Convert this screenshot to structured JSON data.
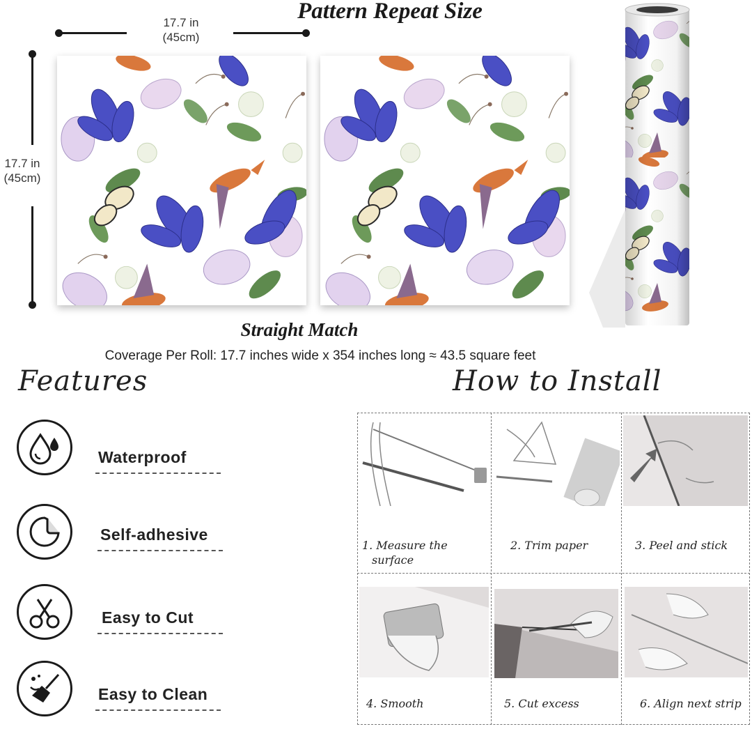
{
  "header": {
    "title": "Pattern Repeat Size",
    "width_label_line1": "17.7 in",
    "width_label_line2": "(45cm)",
    "height_label_line1": "17.7 in",
    "height_label_line2": "(45cm)"
  },
  "pattern": {
    "match_type": "Straight Match",
    "coverage": "Coverage Per Roll: 17.7 inches wide x 354 inches long ≈ 43.5 square feet"
  },
  "features": {
    "title": "Features",
    "items": [
      {
        "label": "Waterproof",
        "icon": "water-drop-icon"
      },
      {
        "label": "Self-adhesive",
        "icon": "peel-sticker-icon"
      },
      {
        "label": "Easy to Cut",
        "icon": "scissors-icon"
      },
      {
        "label": "Easy to Clean",
        "icon": "broom-icon"
      }
    ]
  },
  "install": {
    "title": "How to Install",
    "steps": [
      {
        "line1": "1. Measure the",
        "line2": "surface"
      },
      {
        "line1": "2. Trim paper",
        "line2": ""
      },
      {
        "line1": "3. Peel and stick",
        "line2": ""
      },
      {
        "line1": "4. Smooth",
        "line2": ""
      },
      {
        "line1": "5. Cut excess",
        "line2": ""
      },
      {
        "line1": "6. Align next strip",
        "line2": ""
      }
    ]
  },
  "colors": {
    "flower_blue": "#4a4fc4",
    "flower_pink": "#e9d8ee",
    "bird_orange": "#d9783c",
    "leaf_green": "#5e8a4e",
    "text_dark": "#1a1a1a"
  }
}
